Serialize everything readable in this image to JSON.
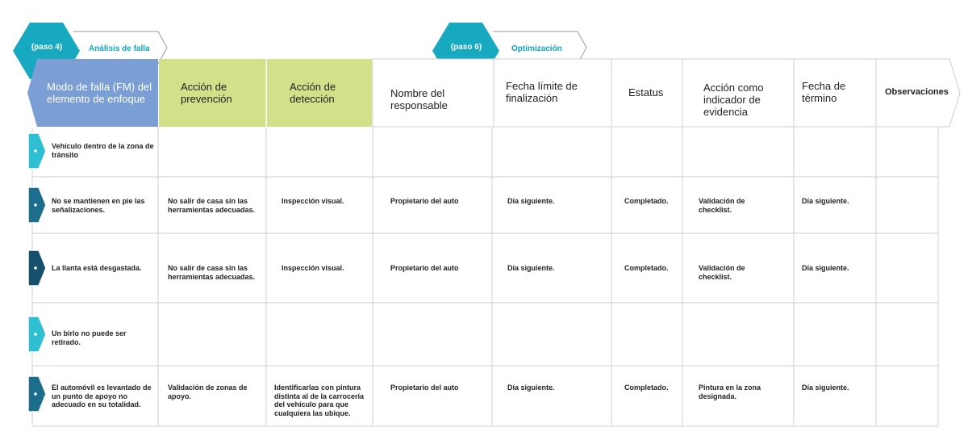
{
  "steps": [
    {
      "badge": "(paso 4)",
      "label": "Análisis de falla"
    },
    {
      "badge": "(paso 6)",
      "label": "Optimización"
    }
  ],
  "headers": [
    "Modo de falla (FM) del elemento de enfoque",
    "Acción de prevención",
    "Acción de detección",
    "Nombre del responsable",
    "Fecha límite de finalización",
    "Estatus",
    "Acción como indicador de evidencia",
    "Fecha de término",
    "Observaciones"
  ],
  "rows": [
    {
      "failure_mode": "Vehículo dentro de la zona de tránsito",
      "prevention": "",
      "detection": "",
      "responsible": "",
      "deadline": "",
      "status": "",
      "evidence": "",
      "end_date": "",
      "observations": ""
    },
    {
      "failure_mode": "No se mantienen en pie las señalizaciones.",
      "prevention": "No salir de casa sin las herramientas adecuadas.",
      "detection": "Inspección visual.",
      "responsible": "Propietario del auto",
      "deadline": "Día siguiente.",
      "status": "Completado.",
      "evidence": "Validación de checklist.",
      "end_date": "Día siguiente.",
      "observations": ""
    },
    {
      "failure_mode": "La llanta está desgastada.",
      "prevention": "No salir de casa sin las herramientas adecuadas.",
      "detection": "Inspección visual.",
      "responsible": "Propietario del auto",
      "deadline": "Día siguiente.",
      "status": "Completado.",
      "evidence": "Validación de checklist.",
      "end_date": "Día siguiente.",
      "observations": ""
    },
    {
      "failure_mode": "Un birlo no puede ser retirado.",
      "prevention": "",
      "detection": "",
      "responsible": "",
      "deadline": "",
      "status": "",
      "evidence": "",
      "end_date": "",
      "observations": ""
    },
    {
      "failure_mode": "El automóvil es levantado de un punto de apoyo no adecuado en su totalidad.",
      "prevention": "Validación de zonas de apoyo.",
      "detection": "Identificarlas con pintura distinta al de la carrocería del vehículo para que cualquiera las ubique.",
      "responsible": "Propietario del auto",
      "deadline": "Día siguiente.",
      "status": "Completado.",
      "evidence": "Pintura en la zona designada.",
      "end_date": "Día siguiente.",
      "observations": ""
    }
  ],
  "colors": {
    "teal": "#16a9bf",
    "teal_light": "#2ec0d2",
    "navy": "#1d6d8d",
    "dark_navy": "#17506d",
    "header_blue": "#7b9ed4",
    "header_green": "#d3e08a",
    "grid_line": "#cfcfcf",
    "label_teal": "#0da6c0"
  }
}
